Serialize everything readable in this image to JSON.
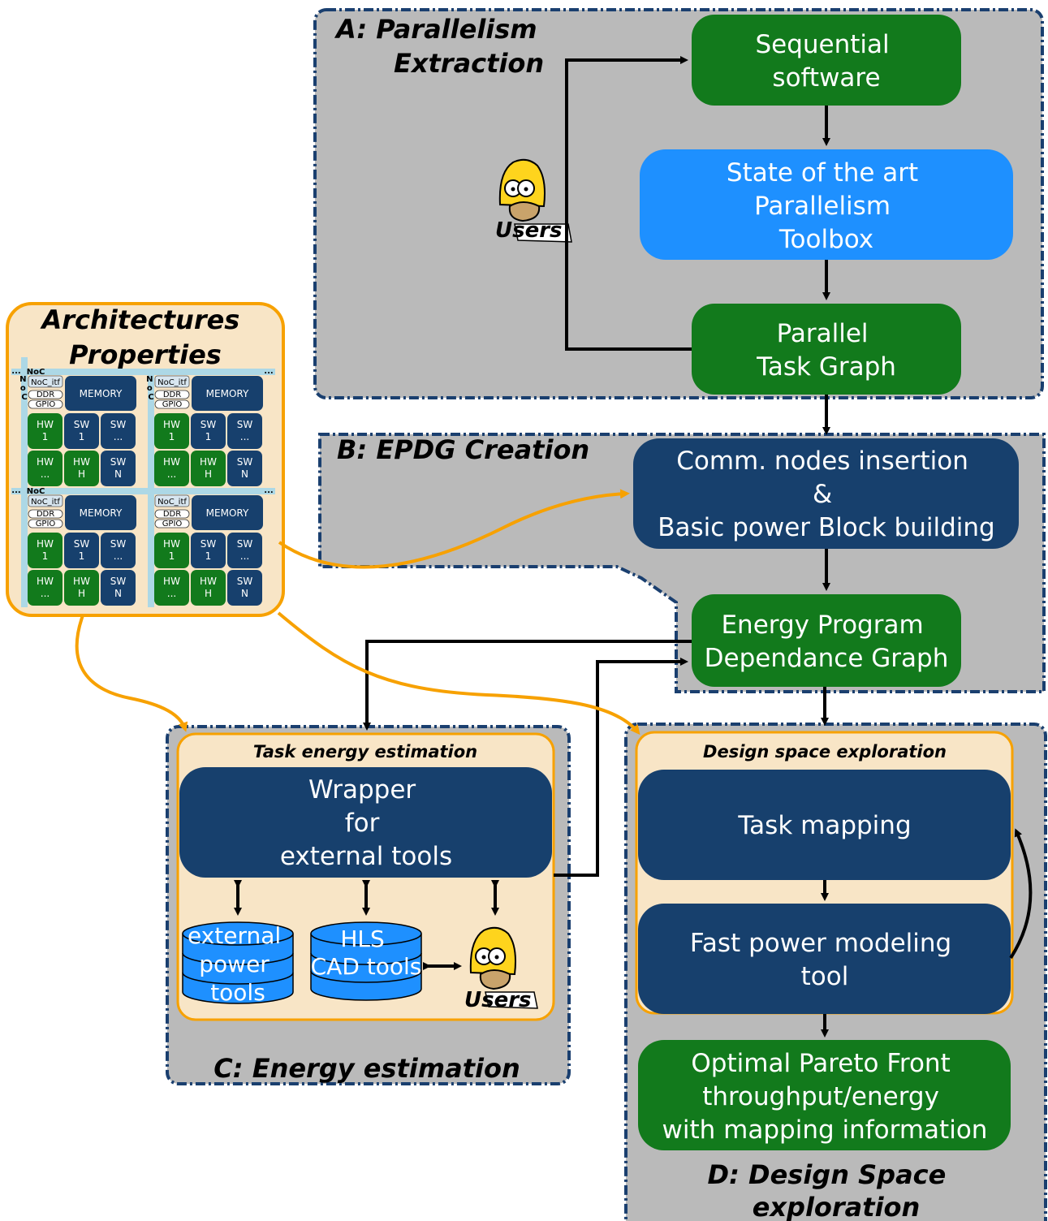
{
  "colors": {
    "panel_gray": "#bababa",
    "panel_border": "#1a3f6f",
    "green": "#127a1c",
    "light_blue": "#1e90ff",
    "dark_blue": "#17406d",
    "beige": "#f8e5c6",
    "orange": "#f7a100"
  },
  "sections": {
    "a_title": [
      "A: Parallelism",
      "Extraction"
    ],
    "b_title": "B: EPDG Creation",
    "c_title": "C: Energy estimation",
    "d_title": [
      "D: Design Space",
      "exploration"
    ]
  },
  "nodes": {
    "sequential": [
      "Sequential",
      "software"
    ],
    "toolbox": [
      "State of the art",
      "Parallelism",
      "Toolbox"
    ],
    "ptg": [
      "Parallel",
      "Task Graph"
    ],
    "comm": [
      "Comm. nodes insertion",
      "&",
      "Basic power Block building"
    ],
    "epdg": [
      "Energy Program",
      "Dependance Graph"
    ],
    "wrapper": [
      "Wrapper",
      "for",
      "external tools"
    ],
    "ext_power": [
      "external",
      "power",
      "tools"
    ],
    "hls": [
      "HLS",
      "CAD tools"
    ],
    "task_mapping": "Task mapping",
    "fast_power": [
      "Fast power modeling",
      "tool"
    ],
    "pareto": [
      "Optimal Pareto Front",
      "throughput/energy",
      "with mapping information"
    ]
  },
  "subpanels": {
    "task_energy": "Task energy estimation",
    "dse": "Design space exploration"
  },
  "users_label": "Users",
  "icons": {
    "users": "homer-user-icon"
  },
  "arch": {
    "title": [
      "Architectures",
      "Properties"
    ],
    "noc": "NoC",
    "noc_vertical": [
      "N",
      "o",
      "C"
    ],
    "ellipsis": "...",
    "itf": [
      "NoC_itf",
      "DDR",
      "GPIO"
    ],
    "memory": "MEMORY",
    "row1": [
      [
        "HW",
        "1"
      ],
      [
        "SW",
        "1"
      ],
      [
        "SW",
        "..."
      ]
    ],
    "row2": [
      [
        "HW",
        "..."
      ],
      [
        "HW",
        "H"
      ],
      [
        "SW",
        "N"
      ]
    ]
  }
}
